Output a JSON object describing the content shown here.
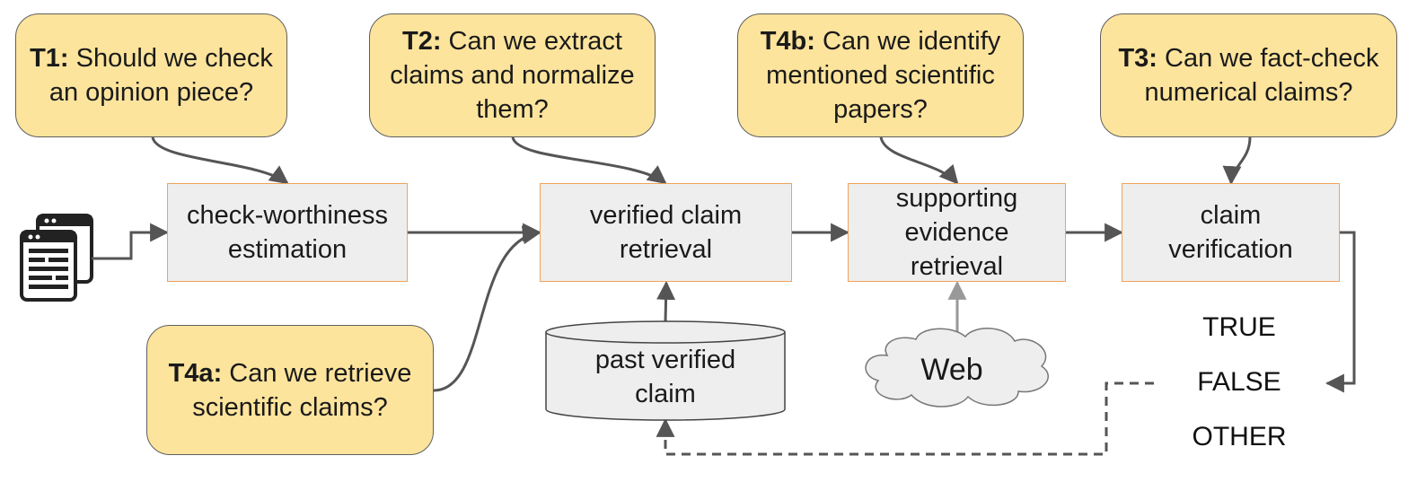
{
  "questions": {
    "t1": {
      "tag": "T1:",
      "text": " Should we check an opinion piece?"
    },
    "t2": {
      "tag": "T2:",
      "text": " Can we extract claims and normalize them?"
    },
    "t4b": {
      "tag": "T4b:",
      "text": " Can we identify mentioned scientific papers?"
    },
    "t3": {
      "tag": "T3:",
      "text": " Can we fact-check numerical claims?"
    },
    "t4a": {
      "tag": "T4a:",
      "text": " Can we retrieve scientific claims?"
    }
  },
  "steps": {
    "check_worthiness": "check-worthiness estimation",
    "verified_retrieval": "verified claim retrieval",
    "evidence_retrieval": "supporting evidence retrieval",
    "verification": "claim verification"
  },
  "database": {
    "label": "past verified claim"
  },
  "web": {
    "label": "Web"
  },
  "outcomes": [
    "TRUE",
    "FALSE",
    "OTHER"
  ],
  "icons": {
    "input": "documents-icon",
    "database": "database-cylinder-icon",
    "web": "cloud-icon"
  },
  "colors": {
    "question_fill": "#fde49c",
    "step_fill": "#eeeeee",
    "step_border": "#f0a35a",
    "arrow": "#555555",
    "web_arrow": "#999999"
  }
}
